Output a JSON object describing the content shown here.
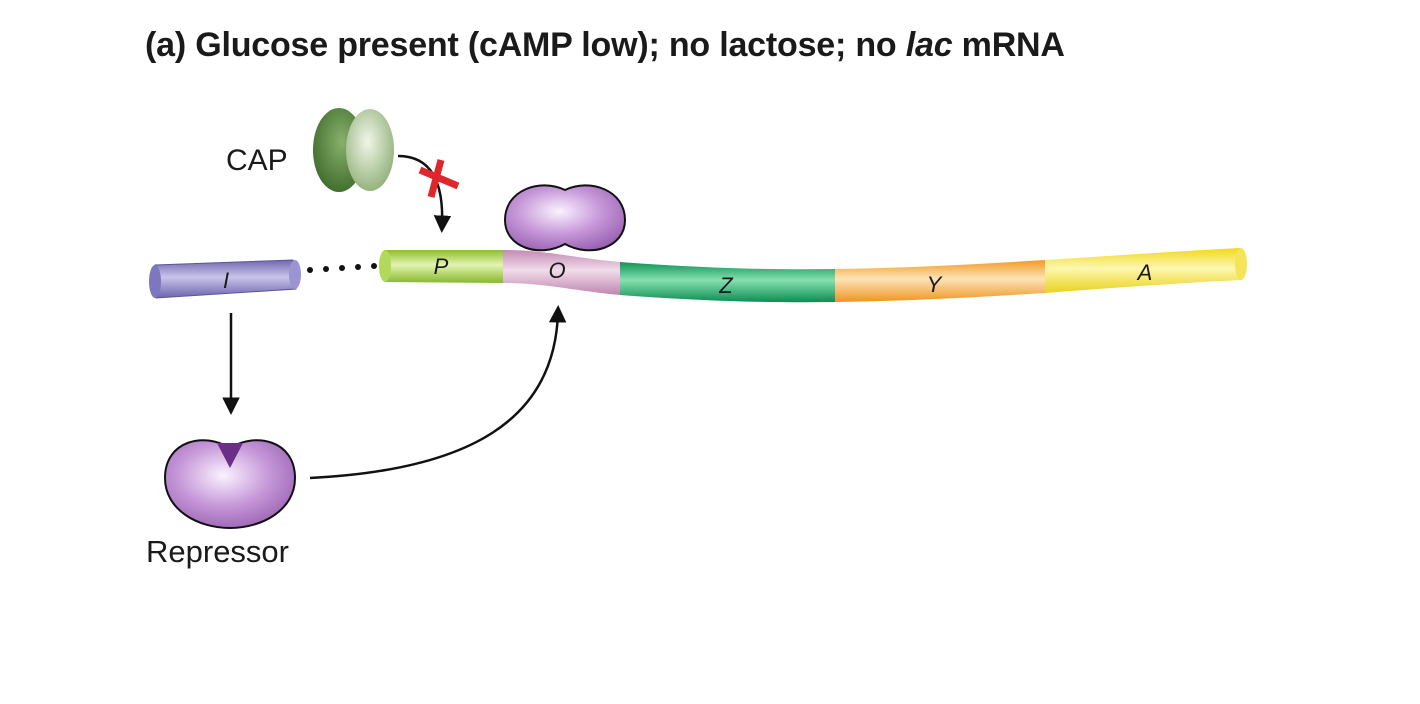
{
  "title": {
    "prefix": "(a) Glucose present (cAMP low); no lactose; no ",
    "italic": "lac",
    "suffix": " mRNA"
  },
  "labels": {
    "cap": "CAP",
    "repressor": "Repressor"
  },
  "genes": {
    "regulator": "I",
    "promoter": "P",
    "operator": "O",
    "z": "Z",
    "y": "Y",
    "a": "A"
  },
  "colors": {
    "regulator": "#8b84c6",
    "promoter": "#a9d04e",
    "operator": "#cf9ec0",
    "z": "#1fa66a",
    "y": "#f4a63a",
    "a": "#f2e23a",
    "repressor": "#b07cc4",
    "cap_dark": "#4f7a3a",
    "cap_light": "#a9c08f",
    "block_x": "#e0262c"
  }
}
